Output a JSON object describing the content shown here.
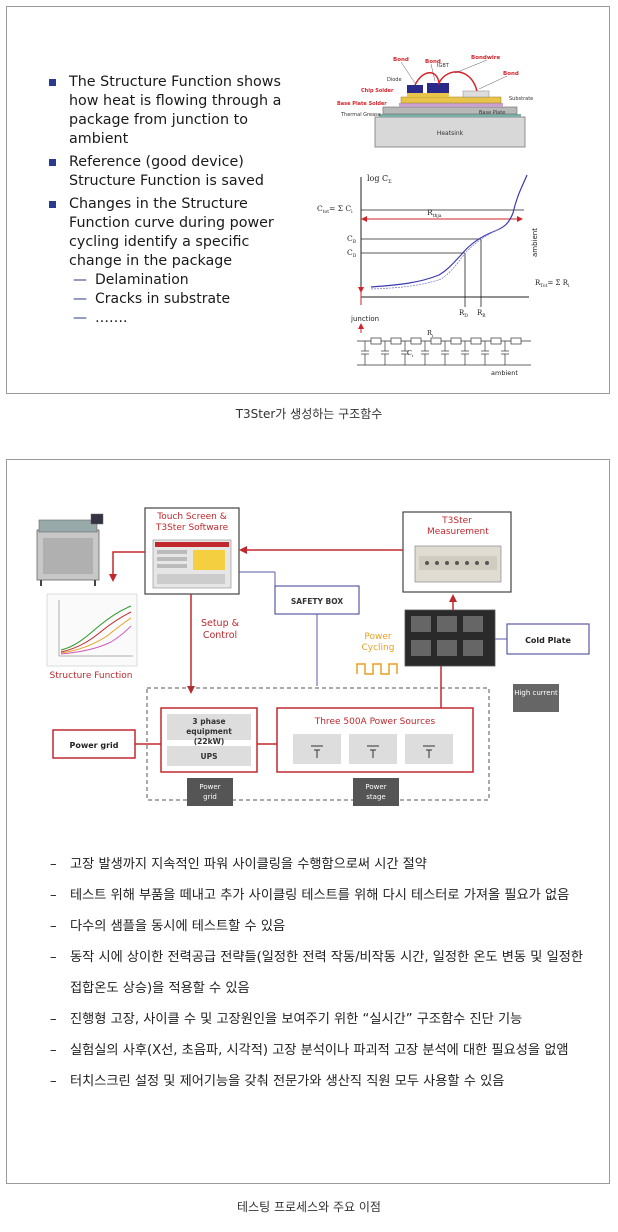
{
  "slide": {
    "bullets": [
      {
        "text": "The Structure Function shows how heat is flowing through a package from junction to ambient"
      },
      {
        "text": "Reference (good device) Structure Function is saved"
      },
      {
        "text": "Changes in the Structure Function curve during power cycling identify a specific change in the package"
      }
    ],
    "sub_bullets": [
      "Delamination",
      "Cracks in substrate",
      "……."
    ],
    "package_diagram": {
      "labels": {
        "bond1": "Bond",
        "bond2": "Bond",
        "igbt": "IGBT",
        "bondwire": "Bondwire",
        "bond3": "Bond",
        "diode": "Diode",
        "chip_solder": "Chip Solder",
        "substrate": "Substrate",
        "base_plate_solder": "Base Plate Solder",
        "base_plate": "Base Plate",
        "thermal_grease": "Thermal Grease",
        "heatsink": "Heatsink"
      },
      "colors": {
        "red_label": "#d2232a",
        "chip": "#2a2a8a",
        "copper": "#e8c44a",
        "base": "#d7d7d7"
      }
    },
    "structure_function_graph": {
      "y_axis_label": "log C",
      "y_axis_sub": "Σ",
      "ctot_left": "C",
      "ctot_sub": "tot",
      "ctot_sum": "= Σ C",
      "ctot_sum_sub": "i",
      "rthja": "R",
      "rthja_sub": "thja",
      "cb": "C",
      "cb_sub": "B",
      "cd": "C",
      "cd_sub": "D",
      "ambient": "ambient",
      "rtot": "R",
      "rtot_sub": "Tot",
      "rtot_sum": "= Σ R",
      "rtot_sum_sub": "i",
      "rd": "R",
      "rd_sub": "D",
      "rb": "R",
      "rb_sub": "B",
      "junction": "junction",
      "ladder_r": "R",
      "ladder_r_sub": "i",
      "ladder_c": "C",
      "ladder_c_sub": "i",
      "ladder_ambient": "ambient",
      "curve_color": "#3a3ab0"
    }
  },
  "caption_top": "T3Ster가 생성하는 구조함수",
  "process": {
    "touch_screen_label": "Touch Screen & T3Ster Software",
    "t3ster_label": "T3Ster Measurement",
    "safety_box": "SAFETY BOX",
    "cold_plate": "Cold Plate",
    "setup_control": "Setup & Control",
    "power_cycling": "Power Cycling",
    "structure_function": "Structure Function",
    "high_current": "High current",
    "power_grid_box": "Power grid",
    "three_phase": "3 phase equipment (22kW)",
    "ups": "UPS",
    "power_grid_tag": "Power grid",
    "power_sources": "Three 500A Power Sources",
    "power_stage_tag": "Power stage",
    "colors": {
      "red": "#c0282e",
      "blue": "#5a5aa8",
      "orange": "#e8a020",
      "grey_tag": "#555555"
    }
  },
  "benefits": [
    "고장 발생까지 지속적인 파워 사이클링을 수행함으로써 시간 절약",
    "테스트 위해 부품을 떼내고 추가 사이클링 테스트를 위해 다시 테스터로 가져올 필요가 없음",
    "다수의 샘플을 동시에 테스트할 수 있음",
    "동작 시에 상이한 전력공급 전략들(일정한 전력 작동/비작동 시간, 일정한 온도 변동 및 일정한 접합온도 상승)을 적용할 수 있음",
    "진행형 고장, 사이클 수 및 고장원인을 보여주기 위한 “실시간” 구조함수 진단 기능",
    "실험실의 사후(X선, 초음파, 시각적) 고장 분석이나 파괴적 고장 분석에 대한 필요성을 없앰",
    "터치스크린 설정 및 제어기능을 갖춰 전문가와 생산직 직원 모두 사용할 수 있음"
  ],
  "benefit_dash": "–",
  "caption_bottom": "테스팅 프로세스와 주요 이점"
}
